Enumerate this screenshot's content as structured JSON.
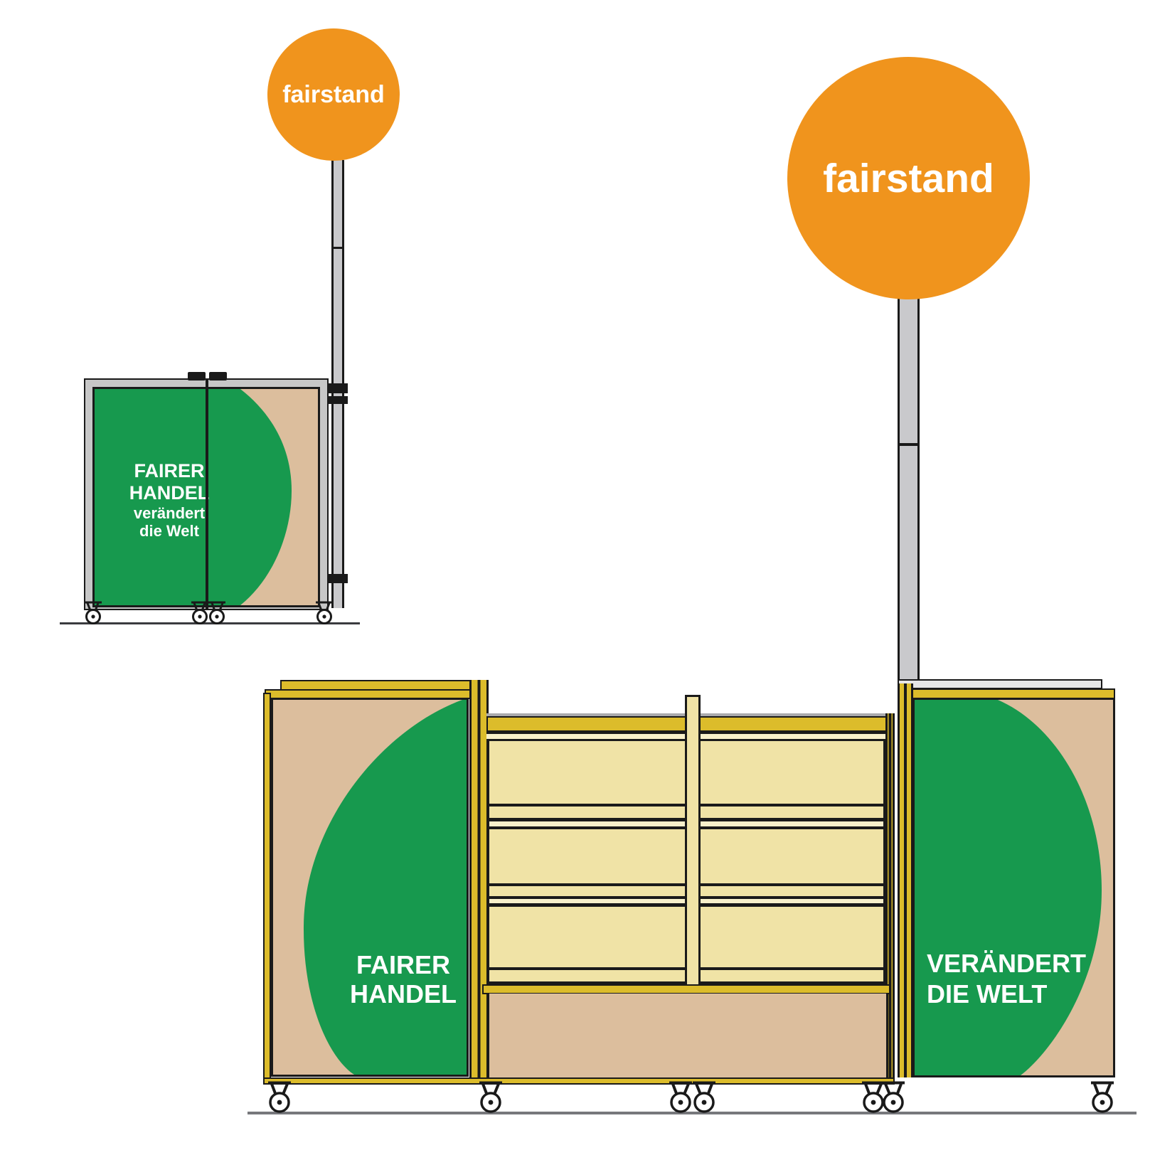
{
  "closed_stand": {
    "balloon_label": "fairstand",
    "panel_lines": [
      "FAIRER",
      "HANDEL",
      "verändert",
      "die Welt"
    ]
  },
  "open_stand": {
    "balloon_label": "fairstand",
    "left_panel_lines": [
      "FAIRER",
      "HANDEL"
    ],
    "right_panel_lines": [
      "VERÄNDERT",
      "DIE WELT"
    ]
  },
  "palette": {
    "orange": "#F0941D",
    "green": "#17994E",
    "tan": "#DCBE9D",
    "shelf_khaki": "#F0E3A6",
    "frame_yellow": "#DCBC2B",
    "pole_gray": "#C9C9CC",
    "line_black": "#1A1A1A",
    "text_white": "#FFFFFF"
  },
  "icons": {
    "wheel": "caster-wheel-icon"
  }
}
